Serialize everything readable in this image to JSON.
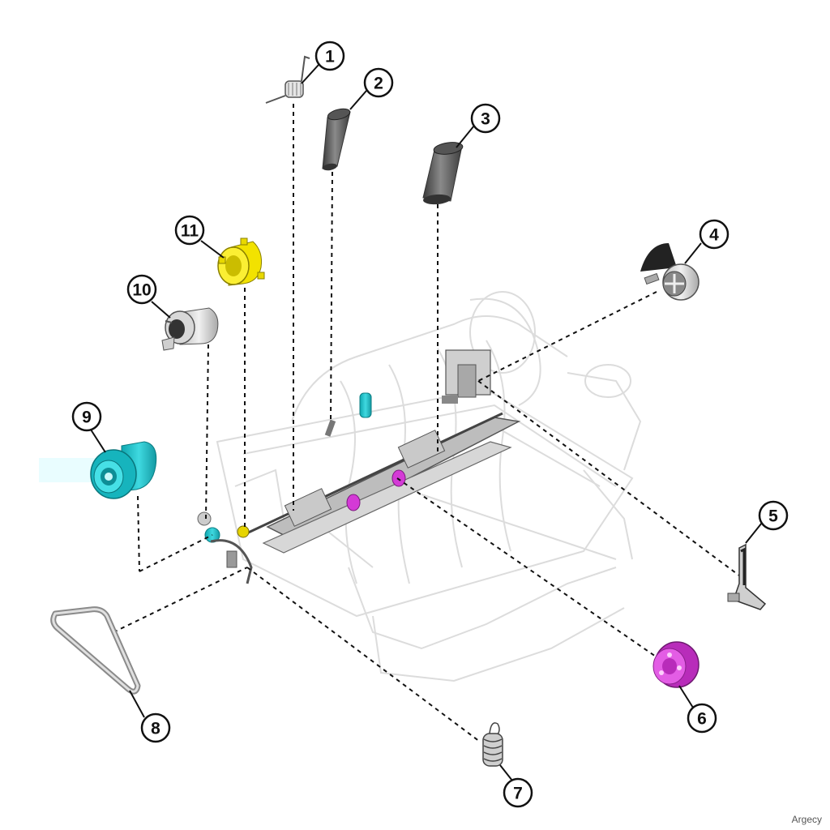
{
  "diagram": {
    "callouts": [
      "1",
      "2",
      "3",
      "4",
      "5",
      "6",
      "7",
      "8",
      "9",
      "10",
      "11"
    ],
    "watermark": "Argecy",
    "colors": {
      "highlight_yellow": "#f2e200",
      "highlight_cyan": "#1bc3cc",
      "highlight_magenta": "#d43ad6",
      "part_gray": "#5a5a5a",
      "leader": "#111111"
    }
  }
}
